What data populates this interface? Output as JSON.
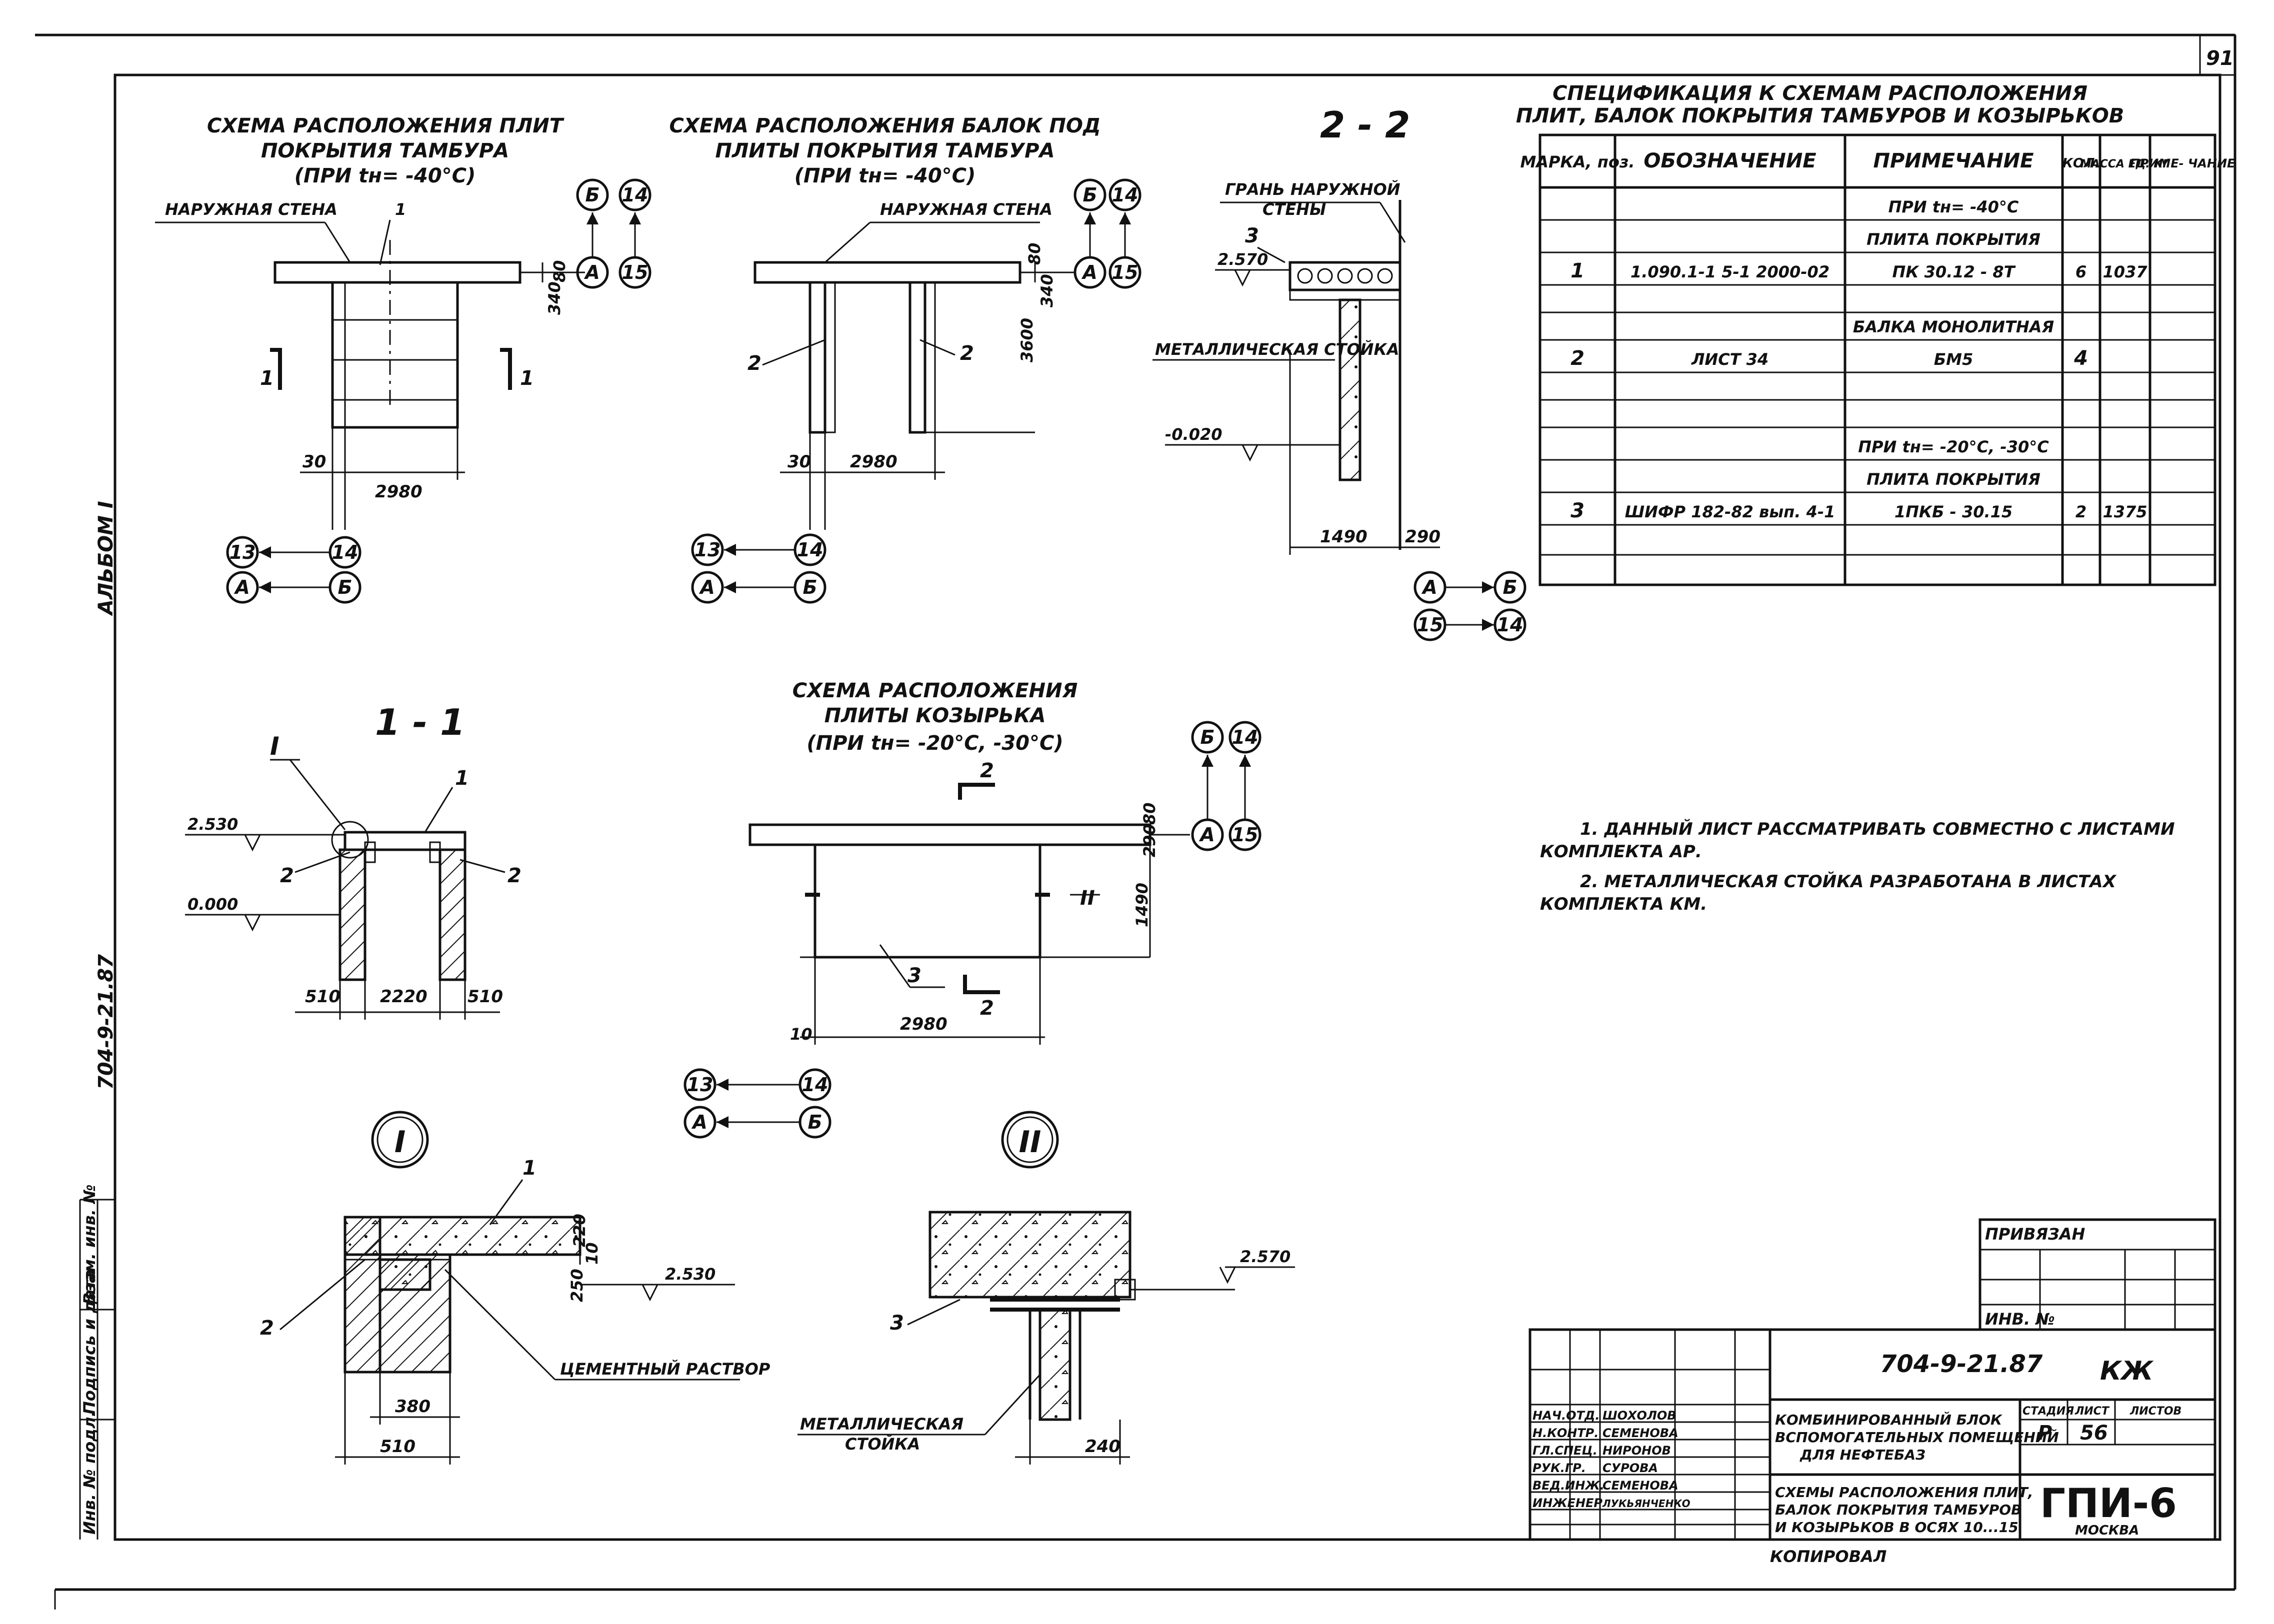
{
  "sheet_number": "91",
  "album": "АЛЬБОМ I",
  "project_code_side": "704-9-21.87",
  "side_stamp": [
    "Инв. № подл.",
    "Подпись и дата",
    "Взам. инв. №"
  ],
  "scheme1": {
    "title": [
      "СХЕМА РАСПОЛОЖЕНИЯ ПЛИТ",
      "ПОКРЫТИЯ ТАМБУРА",
      "(ПРИ tн= -40°С)"
    ],
    "outer_wall": "НАРУЖНАЯ СТЕНА",
    "mark": "1",
    "dim_80": "80",
    "dim_340": "340",
    "dim_30": "30",
    "dim_2980": "2980",
    "cut": "1",
    "axes": [
      "Б",
      "14",
      "А",
      "15",
      "13",
      "14",
      "А",
      "Б"
    ]
  },
  "scheme2": {
    "title": [
      "СХЕМА РАСПОЛОЖЕНИЯ БАЛОК ПОД",
      "ПЛИТЫ ПОКРЫТИЯ ТАМБУРА",
      "(ПРИ tн= -40°С)"
    ],
    "outer_wall": "НАРУЖНАЯ СТЕНА",
    "mark": "2",
    "dim_80": "80",
    "dim_340": "340",
    "dim_3600": "3600",
    "dim_30": "30",
    "dim_2980": "2980",
    "axes": [
      "Б",
      "14",
      "А",
      "15",
      "13",
      "14",
      "А",
      "Б"
    ]
  },
  "section22": {
    "title": "2 - 2",
    "outer_face": [
      "ГРАНЬ НАРУЖНОЙ",
      "СТЕНЫ"
    ],
    "mark": "3",
    "level_top": "2.570",
    "metal_column": "МЕТАЛЛИЧЕСКАЯ СТОЙКА",
    "level_bottom": "-0.020",
    "dim_1490": "1490",
    "dim_290": "290",
    "axes": [
      "А",
      "Б",
      "15",
      "14"
    ]
  },
  "spec": {
    "title": [
      "СПЕЦИФИКАЦИЯ К СХЕМАМ РАСПОЛОЖЕНИЯ",
      "ПЛИТ, БАЛОК ПОКРЫТИЯ ТАМБУРОВ И КОЗЫРЬКОВ"
    ],
    "headers": [
      "МАРКА, поз.",
      "ОБОЗНАЧЕНИЕ",
      "ПРИМЕЧАНИЕ",
      "КОЛ.",
      "МАССА ЕД. КГ",
      "ПРИМЕ- ЧАНИЕ"
    ],
    "rows": [
      [
        "",
        "",
        "ПРИ tн= -40°С",
        "",
        "",
        ""
      ],
      [
        "",
        "",
        "ПЛИТА ПОКРЫТИЯ",
        "",
        "",
        ""
      ],
      [
        "1",
        "1.090.1-1 5-1 2000-02",
        "ПК 30.12 - 8Т",
        "6",
        "1037",
        ""
      ],
      [
        "",
        "",
        "",
        "",
        "",
        ""
      ],
      [
        "",
        "",
        "БАЛКА МОНОЛИТНАЯ",
        "",
        "",
        ""
      ],
      [
        "2",
        "ЛИСТ 34",
        "БМ5",
        "4",
        "",
        ""
      ],
      [
        "",
        "",
        "",
        "",
        "",
        ""
      ],
      [
        "",
        "",
        "",
        "",
        "",
        ""
      ],
      [
        "",
        "",
        "ПРИ tн= -20°С, -30°С",
        "",
        "",
        ""
      ],
      [
        "",
        "",
        "ПЛИТА ПОКРЫТИЯ",
        "",
        "",
        ""
      ],
      [
        "3",
        "ШИФР 182-82 вып. 4-1",
        "1ПКБ - 30.15",
        "2",
        "1375",
        ""
      ],
      [
        "",
        "",
        "",
        "",
        "",
        ""
      ]
    ]
  },
  "section11": {
    "title": "1 - 1",
    "node": "I",
    "mark1": "1",
    "mark2": "2",
    "level_top": "2.530",
    "level_zero": "0.000",
    "dim_510a": "510",
    "dim_2220": "2220",
    "dim_510b": "510"
  },
  "scheme3": {
    "title": [
      "СХЕМА РАСПОЛОЖЕНИЯ",
      "ПЛИТЫ КОЗЫРЬКА",
      "(ПРИ tн= -20°С, -30°С)"
    ],
    "cut": "2",
    "mark": "3",
    "node": "II",
    "dim_80": "80",
    "dim_290": "290",
    "dim_1490": "1490",
    "dim_10": "10",
    "dim_2980": "2980",
    "axes": [
      "Б",
      "14",
      "А",
      "15",
      "13",
      "14",
      "А",
      "Б"
    ]
  },
  "notes": [
    "1. ДАННЫЙ ЛИСТ РАССМАТРИВАТЬ СОВМЕСТНО С ЛИСТАМИ",
    "КОМПЛЕКТА АР.",
    "2. МЕТАЛЛИЧЕСКАЯ СТОЙКА РАЗРАБОТАНА В ЛИСТАХ",
    "КОМПЛЕКТА КМ."
  ],
  "nodeI": {
    "label": "I",
    "mark1": "1",
    "mark2": "2",
    "dim_220": "220",
    "dim_10": "10",
    "dim_250": "250",
    "level": "2.530",
    "cement": "ЦЕМЕНТНЫЙ РАСТВОР",
    "dim_380": "380",
    "dim_510": "510"
  },
  "nodeII": {
    "label": "II",
    "mark3": "3",
    "level": "2.570",
    "metal_column": [
      "МЕТАЛЛИЧЕСКАЯ",
      "СТОЙКА"
    ],
    "dim_240": "240"
  },
  "title_block": {
    "privyazan": "ПРИВЯЗАН",
    "inv": "ИНВ. №",
    "code": "704-9-21.87",
    "set": "КЖ",
    "staff": [
      [
        "НАЧ.ОТД.",
        "ШОХОЛОВ"
      ],
      [
        "Н.КОНТР.",
        "СЕМЕНОВА"
      ],
      [
        "ГЛ.СПЕЦ.",
        "НИРОНОВ"
      ],
      [
        "РУК.ГР.",
        "СУРОВА"
      ],
      [
        "ВЕД.ИНЖ.",
        "СЕМЕНОВА"
      ],
      [
        "ИНЖЕНЕР",
        "ЛУКЬЯНЧЕНКО"
      ]
    ],
    "object": [
      "КОМБИНИРОВАННЫЙ БЛОК",
      "ВСПОМОГАТЕЛЬНЫХ ПОМЕЩЕНИЙ",
      "ДЛЯ НЕФТЕБАЗ"
    ],
    "stage_h": "СТАДИЯ",
    "sheet_h": "ЛИСТ",
    "sheets_h": "ЛИСТОВ",
    "stage": "Р",
    "sheet": "56",
    "drawing": [
      "СХЕМЫ РАСПОЛОЖЕНИЯ ПЛИТ,",
      "БАЛОК ПОКРЫТИЯ ТАМБУРОВ",
      "И КОЗЫРЬКОВ В ОСЯХ 10...15"
    ],
    "org": "ГПИ-6",
    "city": "МОСКВА"
  },
  "copied": "КОПИРОВАЛ"
}
